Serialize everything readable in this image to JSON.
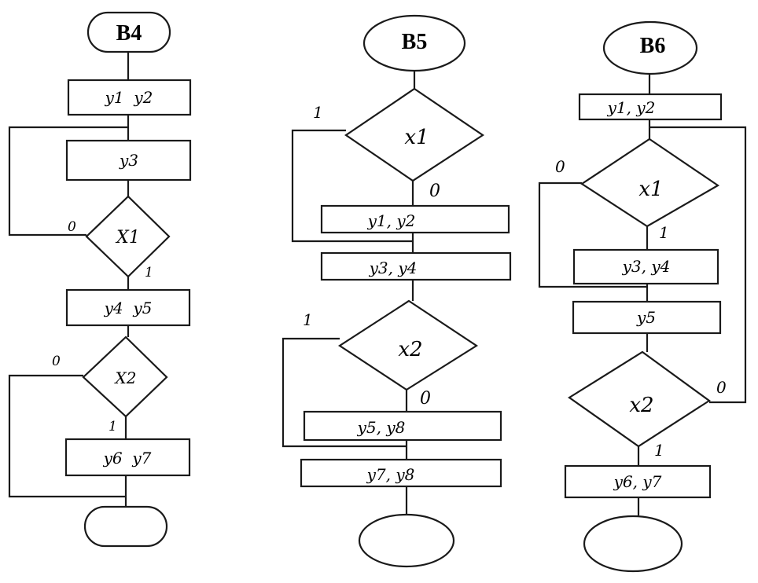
{
  "flowcharts": [
    {
      "id": "b4",
      "title": "B4",
      "blocks": [
        "y1  y2",
        "y3",
        "y4  y5",
        "y6  y7"
      ],
      "conditions": [
        {
          "label": "X1",
          "yes": "1",
          "no": "0"
        },
        {
          "label": "X2",
          "yes": "1",
          "no": "0"
        }
      ]
    },
    {
      "id": "b5",
      "title": "B5",
      "blocks": [
        "y1, y2",
        "y3, y4",
        "y5, y8",
        "y7, y8"
      ],
      "conditions": [
        {
          "label": "x1",
          "yes": "1",
          "no": "0"
        },
        {
          "label": "x2",
          "yes": "1",
          "no": "0"
        }
      ]
    },
    {
      "id": "b6",
      "title": "B6",
      "blocks": [
        "y1, y2",
        "y3, y4",
        "y5",
        "y6, y7"
      ],
      "conditions": [
        {
          "label": "x1",
          "yes": "1",
          "no": "0"
        },
        {
          "label": "x2",
          "yes": "1",
          "no": "0"
        }
      ]
    }
  ],
  "colors": {
    "ink": "#1a1a1a",
    "paper": "#ffffff"
  }
}
